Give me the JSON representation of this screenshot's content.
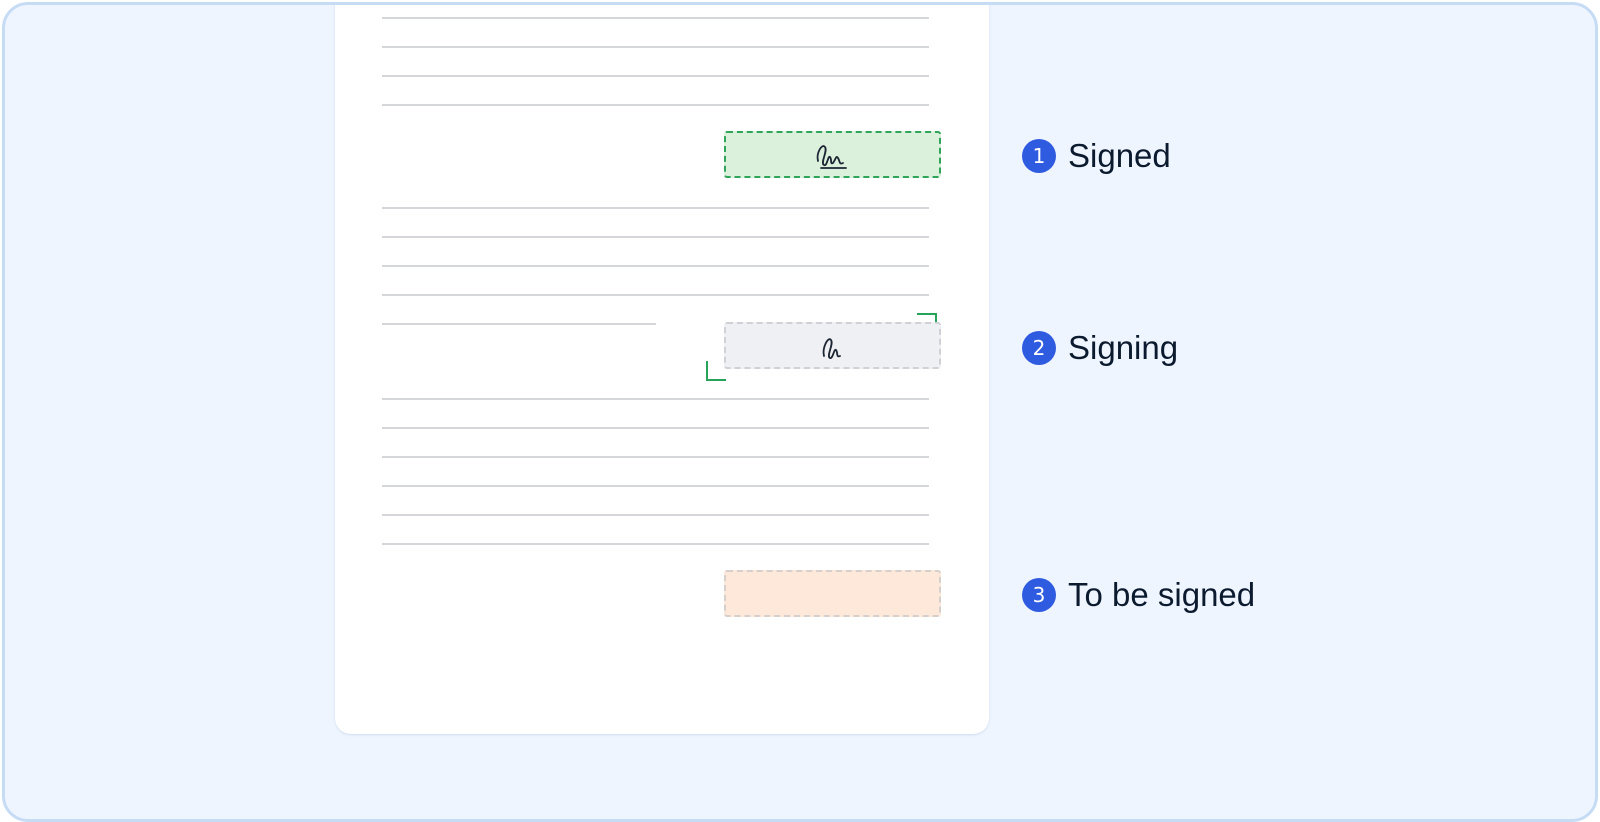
{
  "statuses": [
    {
      "number": "1",
      "label": "Signed"
    },
    {
      "number": "2",
      "label": "Signing"
    },
    {
      "number": "3",
      "label": "To be signed"
    }
  ],
  "colors": {
    "frame_background": "#eef5ff",
    "frame_border": "#c6dcf4",
    "signed_fill": "#dbf1dc",
    "signed_border": "#2fa55a",
    "signing_fill": "#eff0f3",
    "pending_fill": "#fde8da",
    "badge": "#2f5be0",
    "focus_bracket": "#27a35a"
  },
  "icons": {
    "signed_field": "signature-icon",
    "signing_field": "signature-icon"
  }
}
